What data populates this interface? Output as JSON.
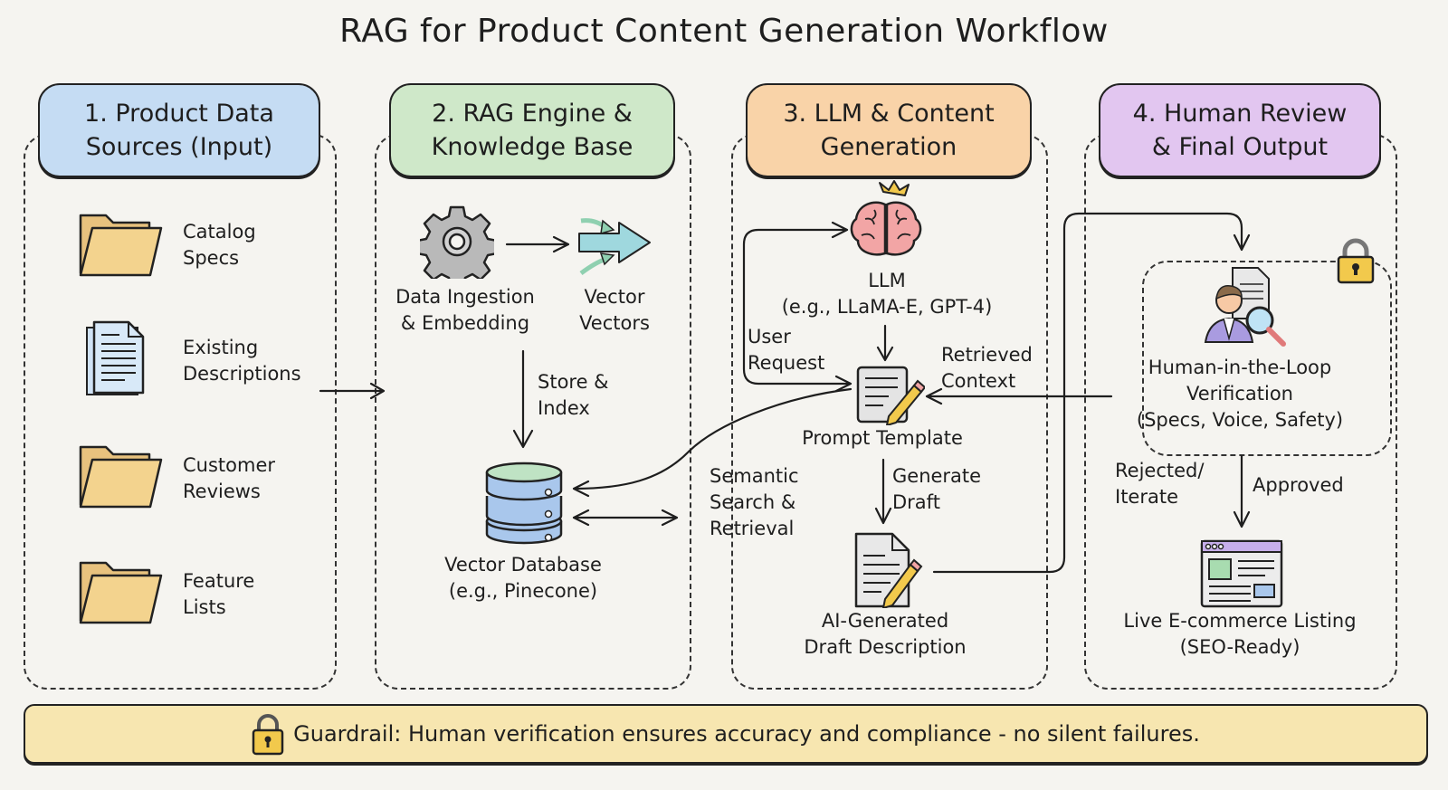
{
  "title": "RAG for Product Content Generation Workflow",
  "colors": {
    "lane1": "#c5dcf3",
    "lane2": "#cfe8c9",
    "lane3": "#f9d3a8",
    "lane4": "#e2c6f0",
    "guardrail": "#f7e6b0",
    "folder": "#f3d38e",
    "lock": "#f2c94c"
  },
  "lanes": [
    {
      "header": "1. Product Data\nSources (Input)",
      "items": [
        {
          "icon": "folder-icon",
          "label": "Catalog\nSpecs"
        },
        {
          "icon": "document-stack-icon",
          "label": "Existing\nDescriptions"
        },
        {
          "icon": "folder-icon",
          "label": "Customer\nReviews"
        },
        {
          "icon": "folder-icon",
          "label": "Feature\nLists"
        }
      ]
    },
    {
      "header": "2. RAG Engine &\nKnowledge Base",
      "nodes": {
        "ingestion": "Data Ingestion\n& Embedding",
        "vectors": "Vector\nVectors",
        "store_edge": "Store &\nIndex",
        "database": "Vector Database\n(e.g., Pinecone)"
      }
    },
    {
      "header": "3. LLM & Content\nGeneration",
      "nodes": {
        "llm": "LLM\n(e.g., LLaMA-E, GPT-4)",
        "user_request": "User\nRequest",
        "retrieved_context": "Retrieved\nContext",
        "prompt": "Prompt Template",
        "generate_edge": "Generate\nDraft",
        "semantic_edge": "Semantic\nSearch &\nRetrieval",
        "draft": "AI-Generated\nDraft Description"
      }
    },
    {
      "header": "4. Human Review\n& Final Output",
      "nodes": {
        "hitl": "Human-in-the-Loop\nVerification\n(Specs, Voice, Safety)",
        "rejected_edge": "Rejected/\nIterate",
        "approved_edge": "Approved",
        "listing": "Live E-commerce Listing\n(SEO-Ready)"
      }
    }
  ],
  "guardrail": "Guardrail: Human verification ensures accuracy and compliance - no silent failures."
}
